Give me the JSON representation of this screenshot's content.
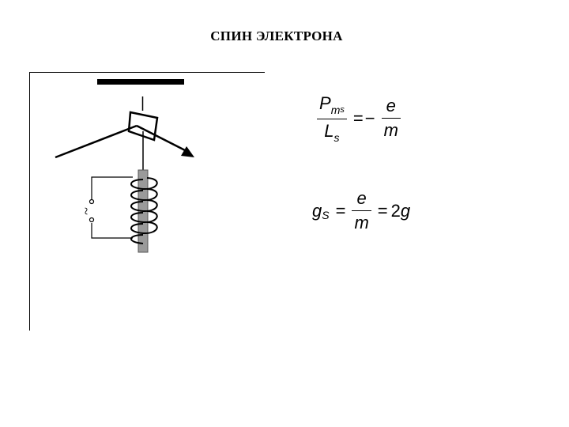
{
  "title": "СПИН ЭЛЕКТРОНА",
  "formula_1": {
    "num_symbol": "P",
    "num_sub": "m",
    "num_subsub": "s",
    "den_symbol": "L",
    "den_sub": "s",
    "equals": "=",
    "minus": "−",
    "rhs_num": "e",
    "rhs_den": "m"
  },
  "formula_2": {
    "lhs_symbol": "g",
    "lhs_sub": "S",
    "equals": "=",
    "rhs_num": "e",
    "rhs_den": "m",
    "equals_2": "=",
    "coef": "2",
    "g": "g"
  },
  "ac_symbol": "~"
}
